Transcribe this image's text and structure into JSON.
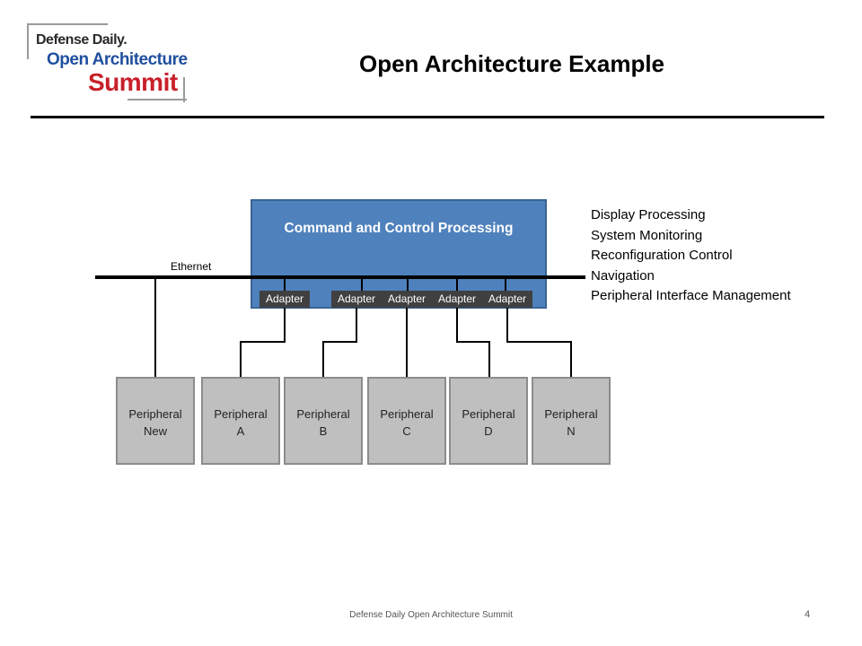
{
  "logo": {
    "line1": "Defense Daily.",
    "line2": "Open Architecture",
    "line3": "Summit"
  },
  "title": "Open Architecture Example",
  "diagram": {
    "processor_label": "Command and Control Processing",
    "network_label": "Ethernet",
    "adapter_label": "Adapter",
    "functions": [
      "Display Processing",
      "System Monitoring",
      "Reconfiguration Control",
      "Navigation",
      "Peripheral Interface Management"
    ],
    "peripherals": [
      {
        "line1": "Peripheral",
        "line2": "New"
      },
      {
        "line1": "Peripheral",
        "line2": "A"
      },
      {
        "line1": "Peripheral",
        "line2": "B"
      },
      {
        "line1": "Peripheral",
        "line2": "C"
      },
      {
        "line1": "Peripheral",
        "line2": "D"
      },
      {
        "line1": "Peripheral",
        "line2": "N"
      }
    ]
  },
  "footer": {
    "text": "Defense Daily Open Architecture Summit",
    "page_number": "4"
  },
  "colors": {
    "processor_fill": "#4f81bd",
    "adapter_fill": "#404040",
    "peripheral_fill": "#bfbfbf",
    "logo_blue": "#1f4f9e",
    "logo_red": "#c8202a"
  }
}
